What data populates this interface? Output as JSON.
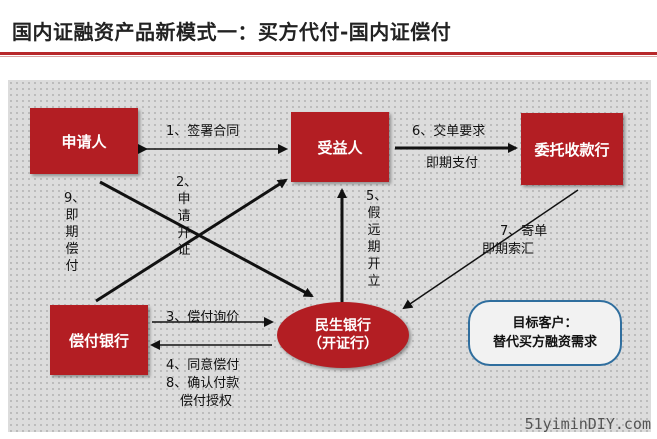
{
  "title": "国内证融资产品新模式一：买方代付-国内证偿付",
  "nodes": {
    "applicant": "申请人",
    "beneficiary": "受益人",
    "collecting_bank": "委托收款行",
    "paying_bank": "偿付银行",
    "issuing_bank_line1": "民生银行",
    "issuing_bank_line2": "（开证行）"
  },
  "target_box": {
    "line1": "目标客户：",
    "line2": "替代买方融资需求"
  },
  "steps": {
    "s1": "1、签署合同",
    "s2": "2、申请开证",
    "s3": "3、偿付询价",
    "s4": "4、同意偿付",
    "s5": "5、假远期开立",
    "s6_line1": "6、交单要求",
    "s6_line2": "即期支付",
    "s7_line1": "7、寄单",
    "s7_line2": "即期索汇",
    "s8_line1": "8、确认付款",
    "s8_line2": "偿付授权",
    "s9": "9、即期偿付"
  },
  "watermark": "51yiminDIY.com",
  "colors": {
    "accent": "#b31e23",
    "target_border": "#2f6e9e",
    "background": "#dcdcdc"
  }
}
